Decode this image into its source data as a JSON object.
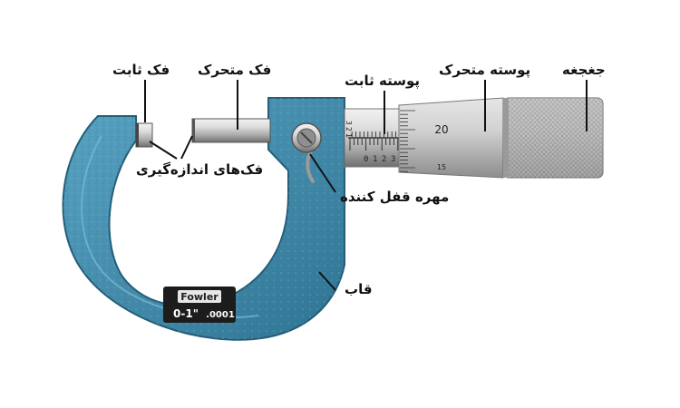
{
  "labels": {
    "fixed_jaw": "فک ثابت",
    "moving_jaw": "فک متحرک",
    "fixed_sleeve": "پوسته ثابت",
    "moving_sleeve": "پوسته متحرک",
    "ratchet": "جغجغه",
    "measuring_faces": "فک‌های اندازه‌گیری",
    "lock_nut": "مهره قفل کننده",
    "frame": "قاب"
  },
  "instrument": {
    "brand": "Fowler",
    "range": "0-1\"",
    "resolution": ".0001"
  },
  "scale": {
    "sleeve_numbers": [
      "0",
      "1",
      "2",
      "3"
    ],
    "sleeve_top_numbers": [
      "3",
      "2",
      "1"
    ],
    "thimble_numbers": [
      "20",
      "15"
    ]
  },
  "colors": {
    "frame": "#4a93b3",
    "frame_dark": "#2e6f8c",
    "metal": "#c9c9c9",
    "text": "#111111"
  }
}
